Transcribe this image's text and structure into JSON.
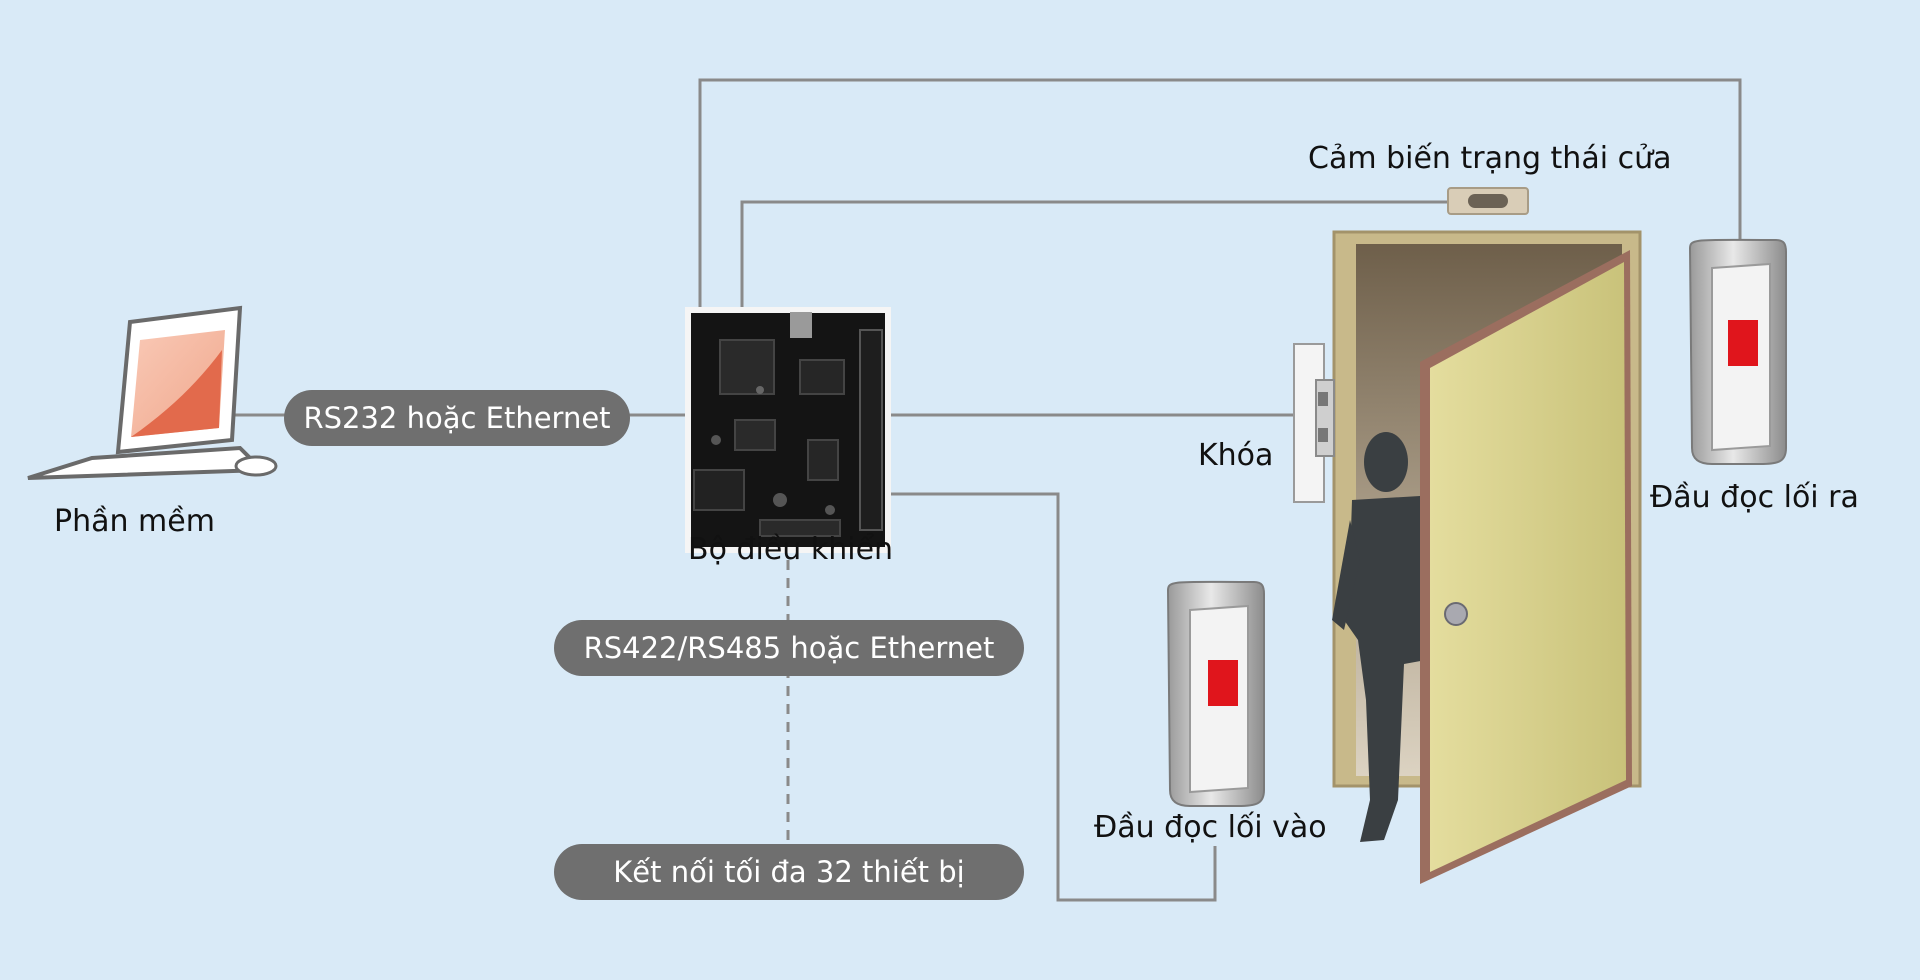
{
  "diagram": {
    "nodes": {
      "software": {
        "label": "Phần mềm",
        "icon": "laptop-icon"
      },
      "controller": {
        "label": "Bộ điều khiển",
        "icon": "circuit-board-icon"
      },
      "door_sensor": {
        "label": "Cảm biến trạng thái cửa",
        "icon": "door-sensor-icon"
      },
      "lock": {
        "label": "Khóa",
        "icon": "magnetic-lock-icon"
      },
      "entry_reader": {
        "label": "Đầu đọc lối vào",
        "icon": "card-reader-icon"
      },
      "exit_reader": {
        "label": "Đầu đọc lối ra",
        "icon": "card-reader-icon"
      },
      "door": {
        "icon": "open-door-icon"
      },
      "person": {
        "icon": "person-silhouette-icon"
      }
    },
    "connections": {
      "pc_link": "RS232 hoặc Ethernet",
      "bus_link": "RS422/RS485 hoặc Ethernet",
      "max_devices": "Kết nối tối đa 32 thiết bị"
    }
  },
  "colors": {
    "background": "#d9eaf7",
    "pill": "#6f6f6f",
    "pill_text": "#ffffff",
    "wire": "#8a8a8a",
    "door_panel": "#d6cf90",
    "door_frame": "#b8a878",
    "reader_red": "#e0151c",
    "person": "#3a3f42"
  }
}
